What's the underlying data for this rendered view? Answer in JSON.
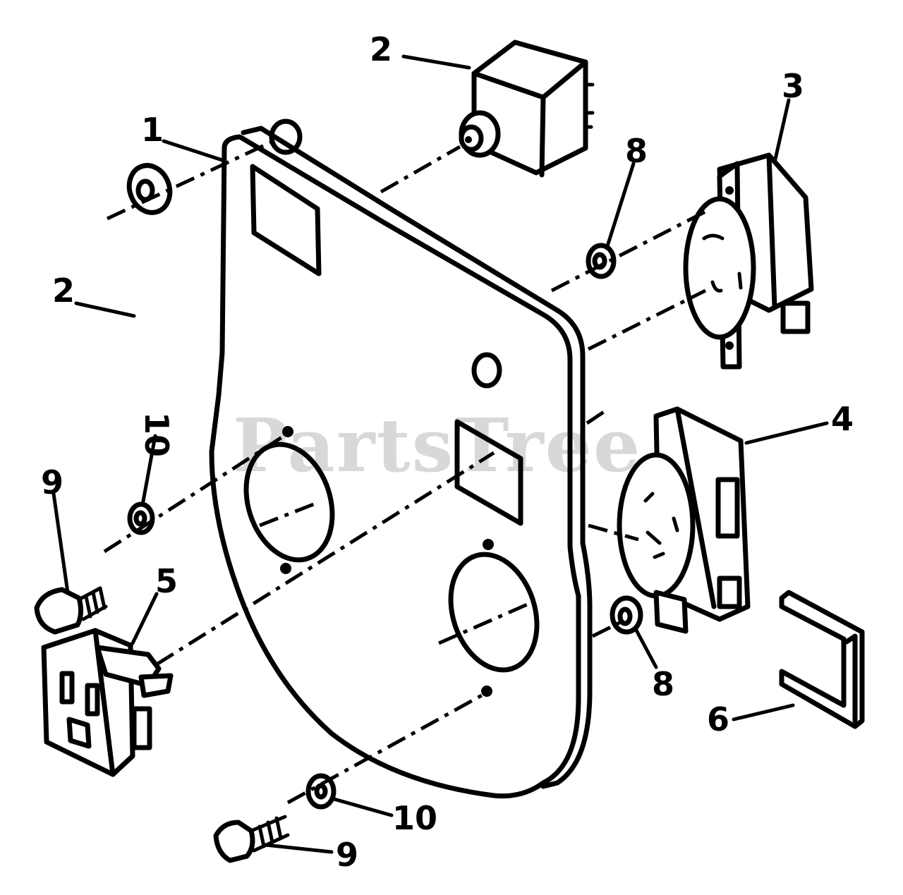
{
  "watermark": "PartsTree",
  "callouts": {
    "c1": "1",
    "c2a": "2",
    "c2b": "2",
    "c3": "3",
    "c4": "4",
    "c5": "5",
    "c6": "6",
    "c8a": "8",
    "c8b": "8",
    "c9a": "9",
    "c9b": "9",
    "c10a": "10",
    "c10b": "10"
  }
}
